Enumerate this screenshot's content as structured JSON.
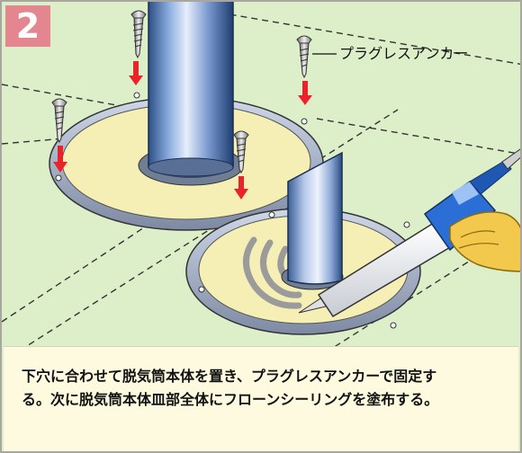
{
  "step_number": "2",
  "label": "プラグレスアンカー",
  "caption": {
    "line1": "下穴に合わせて脱気筒本体を置き、プラグレスアンカーで固定す",
    "line2": "る。次に脱気筒本体皿部全体にフローンシーリングを塗布する。"
  },
  "colors": {
    "background": "#dcefc9",
    "step_badge": "#e3868f",
    "caption_background": "#fdfae0",
    "arrow": "#e8232a",
    "sealant_plate": "#f5efb5",
    "sealant": "#9b9b9b",
    "glove": "#f2c94c",
    "gun": "#2b6fd6"
  },
  "icons": [
    "screw-icon",
    "down-arrow-icon",
    "caulking-gun-icon",
    "glove-icon",
    "pipe-icon"
  ]
}
